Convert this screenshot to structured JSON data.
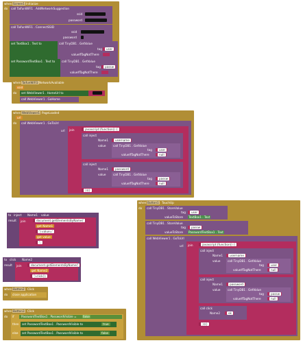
{
  "screen1_init": {
    "when": "when",
    "component": "Screen1",
    "event": "Initialize",
    "do": "do",
    "line1": "call TaifunWiFi1 . AddNetworkSuggestion",
    "ssid": "ssid",
    "password": "password",
    "line2": "call TaifunWiFi1 . ConnectSSID",
    "ssid2": "ssid",
    "password2": "password",
    "set1": "set TextBox1 . Text to",
    "call1": "call TinyDB1 . GetValue",
    "tag": "tag",
    "user": "user",
    "valueIfTagNotThere": "valueIfTagNotThere",
    "set2": "set PasswordTextBox1 . Text to",
    "call2": "call TinyDB1 . GetValue",
    "tag2": "tag",
    "passw": "passw",
    "valueIfTagNotThere2": "valueIfTagNotThere"
  },
  "network_available": {
    "when": "when",
    "component": "TaifunWiFi1",
    "event": "NetworkAvailable",
    "param": "ssid",
    "do": "do",
    "line1": "set WebViewer1 . HomeUrl to",
    "line2": "call WebViewer1 . GoHome"
  },
  "page_loaded": {
    "when": "when",
    "component": "WebViewer1",
    "event": "PageLoaded",
    "param": "url",
    "do": "do",
    "goto": "call WebViewer1 . GoToUrl",
    "url": "url",
    "join": "join",
    "js": "javascript:(function() {",
    "inject1": "call inject",
    "name1": "Name1",
    "username": "username",
    "value": "value",
    "getvalue1": "call TinyDB1 . GetValue",
    "tag": "tag",
    "user": "user",
    "vitnt": "valueIfTagNotThere",
    "inject2": "call inject",
    "name2": "Name1",
    "password": "password",
    "value2": "value",
    "getvalue2": "call TinyDB1 . GetValue",
    "tag2": "tag",
    "passw": "passw",
    "vitnt2": "valueIfTagNotThere",
    "end": "})()"
  },
  "inject_proc": {
    "to": "to",
    "name": "inject",
    "p1": "Name1",
    "p2": "value",
    "result": "result",
    "join": "join",
    "s1": "document.getElementsByName('",
    "get1": "get Name1",
    "s2": "').value='",
    "get2": "get value",
    "s3": "';"
  },
  "click_proc": {
    "to": "to",
    "name": "click",
    "p1": "Name2",
    "result": "result",
    "join": "join",
    "s1": "document.getElementsByName('",
    "get1": "get Name2",
    "s2": "').click();"
  },
  "button2_click": {
    "when": "when",
    "component": "Button2",
    "event": "Click",
    "do": "do",
    "line1": "close application"
  },
  "button3_click": {
    "when": "when",
    "component": "Button3",
    "event": "Click",
    "do": "do",
    "if": "if",
    "cond": "PasswordTextBox1 . PasswordVisible =",
    "false": "false",
    "then": "then",
    "set_then": "set PasswordTextBox1 . PasswordVisible to",
    "true": "true",
    "else": "else",
    "set_else": "set PasswordTextBox1 . PasswordVisible to",
    "false2": "false"
  },
  "button1_touchup": {
    "when": "when",
    "component": "Button1",
    "event": "TouchUp",
    "do": "do",
    "store1": "call TinyDB1 . StoreValue",
    "tag": "tag",
    "user": "user",
    "valueToStore": "valueToStore",
    "tb1": "TextBox1 . Text",
    "store2": "call TinyDB1 . StoreValue",
    "tag2": "tag",
    "passw": "passw",
    "valueToStore2": "valueToStore",
    "ptb1": "PasswordTextBox1 . Text",
    "goto": "call WebViewer1 . GoToUrl",
    "url": "url",
    "join": "join",
    "js": "javascript:(function() {",
    "inject1": "call inject",
    "name1": "Name1",
    "username": "username",
    "value": "value",
    "getvalue1": "call TinyDB1 . GetValue",
    "tagA": "tag",
    "userA": "user",
    "vitnt": "valueIfTagNotThere",
    "inject2": "call inject",
    "name2": "Name1",
    "password": "password",
    "value2": "value",
    "getvalue2": "call TinyDB1 . GetValue",
    "tagB": "tag",
    "passwB": "passw",
    "vitnt2": "valueIfTagNotThere",
    "click": "call click",
    "nameC": "Name2",
    "ok": "ok",
    "end": "})()"
  }
}
